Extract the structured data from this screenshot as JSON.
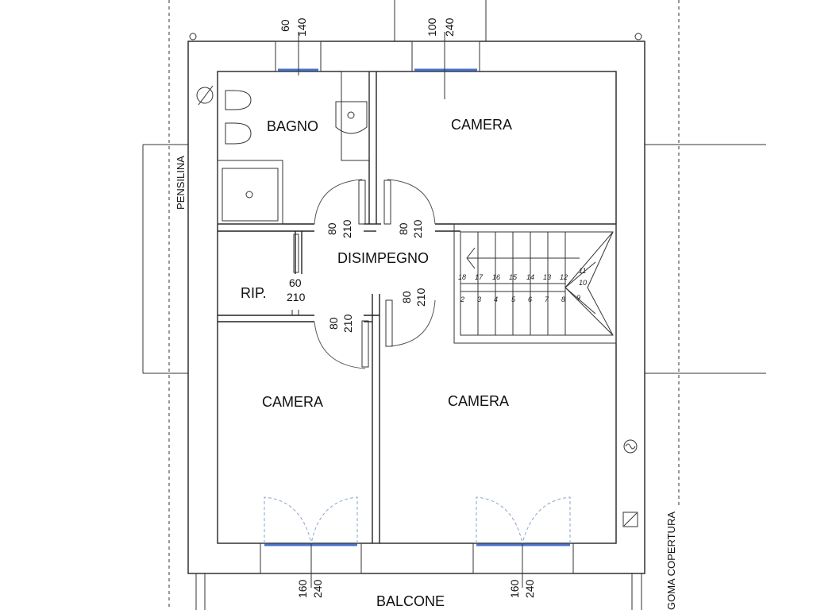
{
  "rooms": {
    "bagno": "BAGNO",
    "camera_top": "CAMERA",
    "disimpegno": "DISIMPEGNO",
    "rip": "RIP.",
    "camera_left": "CAMERA",
    "camera_right": "CAMERA"
  },
  "exterior": {
    "pensilina": "PENSILINA",
    "balcone": "BALCONE",
    "goma_copertura": "GOMA COPERTURA"
  },
  "windows": {
    "bagno": {
      "width": "60",
      "height": "140"
    },
    "camera_top": {
      "width": "100",
      "height": "240"
    },
    "camera_left": {
      "width": "160",
      "height": "240"
    },
    "camera_right": {
      "width": "160",
      "height": "240"
    }
  },
  "doors": {
    "bagno": {
      "width": "80",
      "height": "210"
    },
    "camera_top": {
      "width": "80",
      "height": "210"
    },
    "rip": {
      "width": "60",
      "height": "210"
    },
    "camera_left": {
      "width": "80",
      "height": "210"
    },
    "camera_right": {
      "width": "80",
      "height": "210"
    }
  },
  "stairs": {
    "top_row": [
      "18",
      "17",
      "16",
      "15",
      "14",
      "13",
      "12"
    ],
    "bottom_row": [
      "2",
      "3",
      "4",
      "5",
      "6",
      "7",
      "8"
    ],
    "landing": [
      "11",
      "10",
      "9"
    ]
  }
}
